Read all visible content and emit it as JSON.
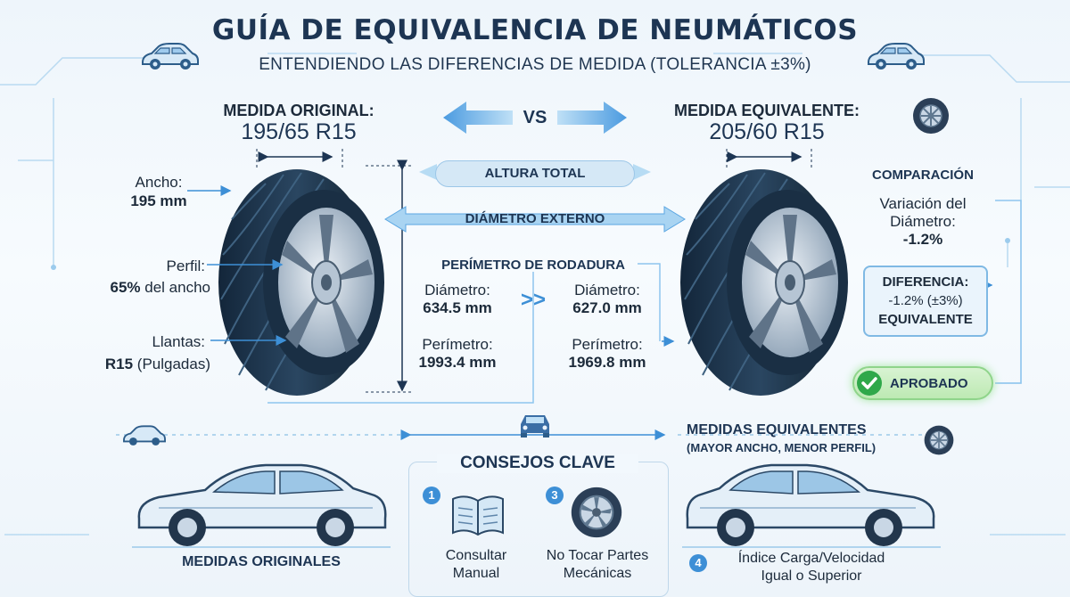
{
  "header": {
    "title": "GUÍA DE EQUIVALENCIA DE NEUMÁTICOS",
    "subtitle": "ENTENDIENDO LAS DIFERENCIAS DE MEDIDA (TOLERANCIA ±3%)"
  },
  "original": {
    "heading": "MEDIDA ORIGINAL:",
    "size": "195/65 R15",
    "width_label": "Ancho:",
    "width_value": "195 mm",
    "profile_label": "Perfil:",
    "profile_value_bold": "65%",
    "profile_value_rest": " del ancho",
    "rim_label": "Llantas:",
    "rim_value_bold": "R15",
    "rim_value_rest": " (Pulgadas)"
  },
  "equivalent": {
    "heading": "MEDIDA EQUIVALENTE:",
    "size": "205/60 R15"
  },
  "center": {
    "vs": "VS",
    "total_height": "ALTURA TOTAL",
    "external_diameter": "DIÁMETRO EXTERNO",
    "rolling_perimeter": "PERÍMETRO DE RODADURA",
    "left_diameter_label": "Diámetro:",
    "left_diameter_value": "634.5 mm",
    "right_diameter_label": "Diámetro:",
    "right_diameter_value": "627.0 mm",
    "compare_symbol": ">>",
    "left_perimeter_label": "Perímetro:",
    "left_perimeter_value": "1993.4 mm",
    "right_perimeter_label": "Perímetro:",
    "right_perimeter_value": "1969.8 mm"
  },
  "comparison": {
    "heading": "COMPARACIÓN",
    "variation_label_1": "Variación del",
    "variation_label_2": "Diámetro:",
    "variation_value": "-1.2%",
    "diff_heading": "DIFERENCIA:",
    "diff_value": "-1.2% (±3%)",
    "diff_result": "EQUIVALENTE",
    "approved": "APROBADO"
  },
  "bottom": {
    "left_caption": "MEDIDAS ORIGINALES",
    "right_heading": "MEDIDAS EQUIVALENTES",
    "right_subheading": "(MAYOR ANCHO, MENOR PERFIL)",
    "tips_heading": "CONSEJOS CLAVE",
    "tip1_num": "1",
    "tip1_line1": "Consultar",
    "tip1_line2": "Manual",
    "tip3_num": "3",
    "tip3_line1": "No Tocar Partes",
    "tip3_line2": "Mecánicas",
    "tip4_num": "4",
    "tip4_line1": "Índice Carga/Velocidad",
    "tip4_line2": "Igual o Superior"
  },
  "colors": {
    "primary": "#1d3553",
    "accent": "#3d8fd6",
    "arrow_light": "#8ec5ee",
    "approved_green": "#2fa84a"
  }
}
